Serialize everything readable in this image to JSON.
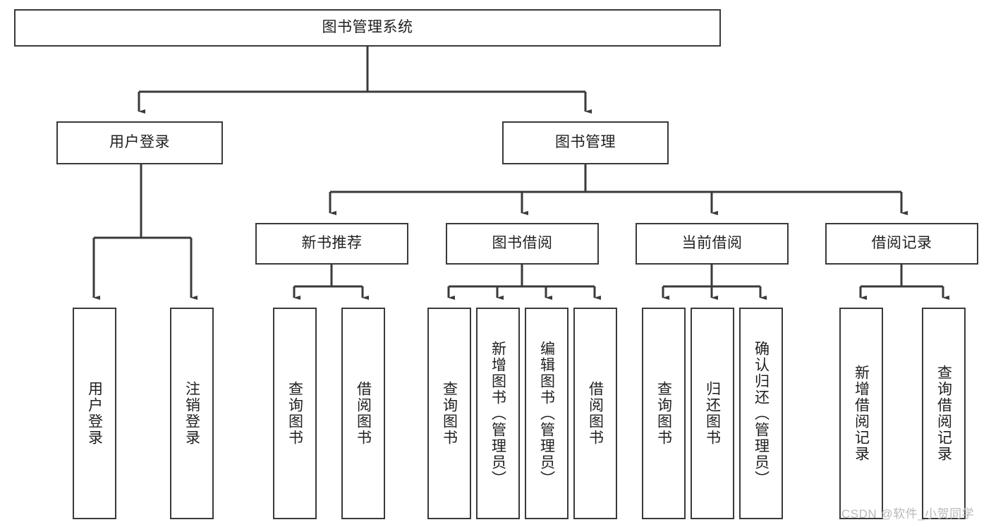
{
  "diagram": {
    "title_node": {
      "label": "图书管理系统"
    },
    "level2": [
      {
        "label": "用户登录"
      },
      {
        "label": "图书管理"
      }
    ],
    "level3": [
      {
        "label": "新书推荐"
      },
      {
        "label": "图书借阅"
      },
      {
        "label": "当前借阅"
      },
      {
        "label": "借阅记录"
      }
    ],
    "leaves": {
      "user_login": [
        {
          "label": "用户登录"
        },
        {
          "label": "注销登录"
        }
      ],
      "new_book_recommend": [
        {
          "label": "查询图书"
        },
        {
          "label": "借阅图书"
        }
      ],
      "book_borrow": [
        {
          "label": "查询图书"
        },
        {
          "label": "新增图书（管理员）"
        },
        {
          "label": "编辑图书（管理员）"
        },
        {
          "label": "借阅图书"
        }
      ],
      "current_borrow": [
        {
          "label": "查询图书"
        },
        {
          "label": "归还图书"
        },
        {
          "label": "确认归还（管理员）"
        }
      ],
      "borrow_record": [
        {
          "label": "新增借阅记录"
        },
        {
          "label": "查询借阅记录"
        }
      ]
    },
    "watermark": {
      "text": "CSDN @软件_小贺同学"
    },
    "colors": {
      "stroke": "#3a3a3a",
      "text": "#1f1f1f",
      "background": "#ffffff",
      "watermark": "#b9b9b9"
    }
  }
}
